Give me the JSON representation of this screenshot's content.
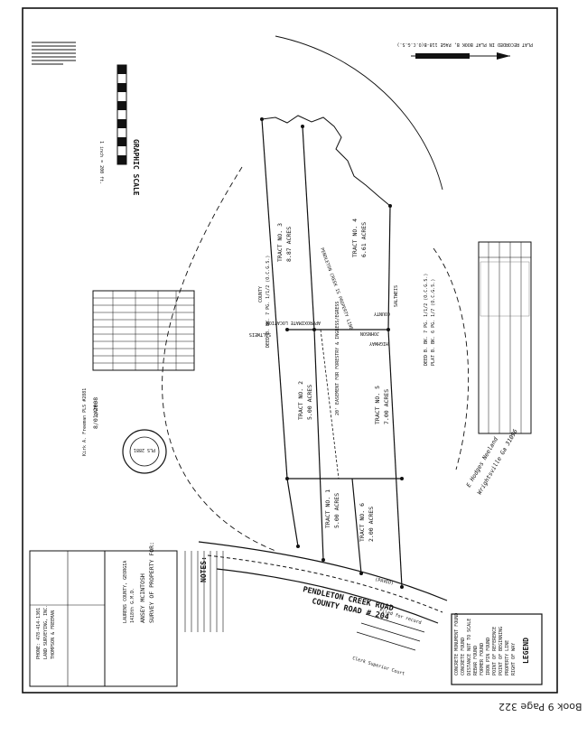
{
  "page": {
    "footer": "Book 9 Page 322"
  },
  "plat": {
    "recorded_note": "PLAT RECORDED IN PLAT BOOK B, PAGE 118-B(O.C.G.S.)",
    "graphic_scale_title": "GRAPHIC SCALE",
    "graphic_scale_ratio": "1 inch = 200 ft.",
    "road_name": "PENDLETON CREEK ROAD",
    "road_number": "COUNTY ROAD # 204",
    "paved": "(PAVED)",
    "pendleton_creek": "PENDLETON CREEK IS PROPERTY LINE",
    "hwy_label": "HIGHWAY",
    "johnson": "JOHNSON",
    "emanuel": "COUNTY",
    "saltweis": "SALTWEIS",
    "approx_location": "APPROXIMATE LOCATION",
    "easement": "20' EASEMENT FOR FORESTRY & INGRESS/EGRESS",
    "tracts": [
      {
        "label": "TRACT NO. 1",
        "area": "5.00 ACRES"
      },
      {
        "label": "TRACT NO. 2",
        "area": "5.00 ACRES"
      },
      {
        "label": "TRACT NO. 3",
        "area": "8.87 ACRES"
      },
      {
        "label": "TRACT NO. 4",
        "area": "6.61 ACRES"
      },
      {
        "label": "TRACT NO. 5",
        "area": "7.00 ACRES"
      },
      {
        "label": "TRACT NO. 6",
        "area": "2.00 ACRES"
      }
    ],
    "legend_title": "LEGEND",
    "legend_items": [
      "RIGHT OF WAY",
      "PROPERTY LINE",
      "POINT OF BEGINNING",
      "POINT OF REFERENCE",
      "IRON PIN FOUND",
      "FORMER FOUND",
      "REBAR FOUND",
      "DISTANCE NOT TO SCALE",
      "CONCRETE FOUND",
      "CONCRETE MONUMENT FOUND"
    ],
    "notes_title": "NOTES:",
    "survey_title": "SURVEY OF PROPERTY FOR:",
    "survey_owner": "ANSEY MCINTOSH",
    "survey_district": "1418th G.M.D.",
    "survey_county": "LAURENS COUNTY, GEORGIA",
    "surveyor_name": "THOMPSON & FREEMAN",
    "surveyor_line2": "LAND SURVEYING, INC.",
    "surveyor_phone": "PHONE: 478-414-1301",
    "date_label": "DATE:",
    "date_value": "8/01/2008",
    "signature": "Kirk A. Freeman PLS #2881",
    "handwriting_1": "E Hodges Neeland",
    "handwriting_2": "Wrightsville Ga 31096",
    "deed_ref": "DEED B. BK. 7 PG. 1/1/2 (O.C.G.S.)",
    "plat_ref": "PLAT B. BK. 6 PG. 1/7 (O.C.G.S.)",
    "filed_stamp": "Filed for record",
    "clerk": "Clerk Superior Court"
  }
}
